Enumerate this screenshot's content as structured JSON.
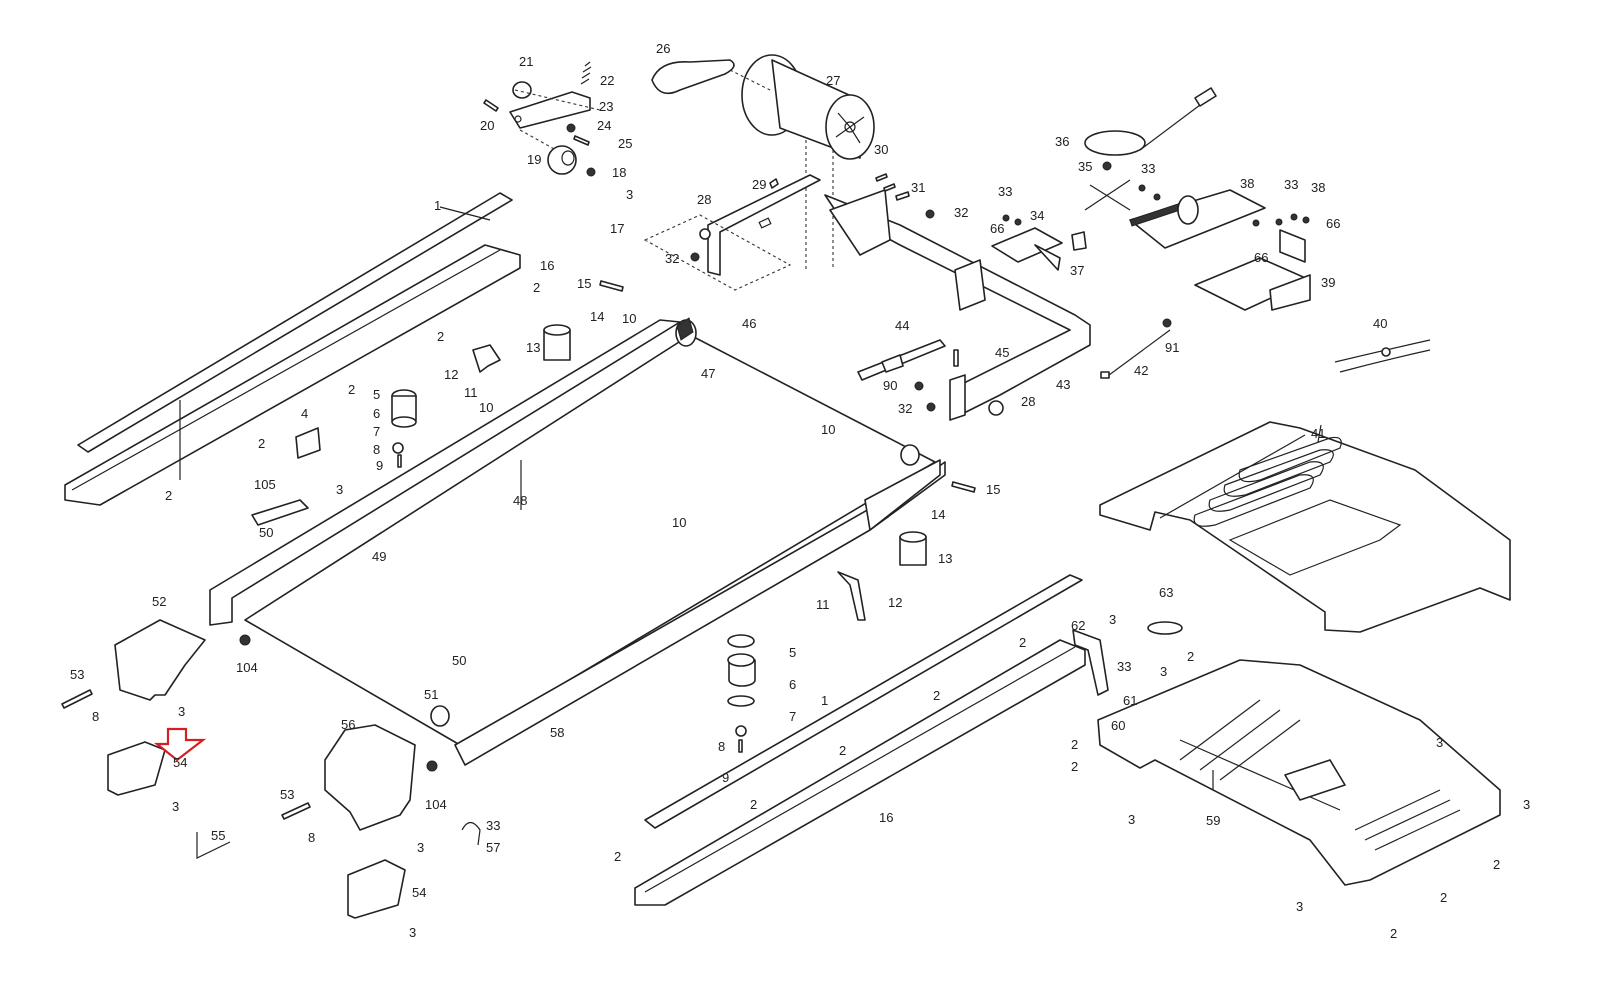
{
  "diagram": {
    "title": "Treadmill exploded parts diagram",
    "highlight_color": "#d42020",
    "highlighted_part": "54",
    "callouts": [
      {
        "id": "c21",
        "label": "21"
      },
      {
        "id": "c22",
        "label": "22"
      },
      {
        "id": "c23",
        "label": "23"
      },
      {
        "id": "c20",
        "label": "20"
      },
      {
        "id": "c24",
        "label": "24"
      },
      {
        "id": "c25",
        "label": "25"
      },
      {
        "id": "c19",
        "label": "19"
      },
      {
        "id": "c18",
        "label": "18"
      },
      {
        "id": "c3a",
        "label": "3"
      },
      {
        "id": "c17",
        "label": "17"
      },
      {
        "id": "c1a",
        "label": "1"
      },
      {
        "id": "c16a",
        "label": "16"
      },
      {
        "id": "c2a",
        "label": "2"
      },
      {
        "id": "c15a",
        "label": "15"
      },
      {
        "id": "c14a",
        "label": "14"
      },
      {
        "id": "c10a",
        "label": "10"
      },
      {
        "id": "c46",
        "label": "46"
      },
      {
        "id": "c47",
        "label": "47"
      },
      {
        "id": "c13a",
        "label": "13"
      },
      {
        "id": "c2b",
        "label": "2"
      },
      {
        "id": "c12a",
        "label": "12"
      },
      {
        "id": "c11a",
        "label": "11"
      },
      {
        "id": "c2c",
        "label": "2"
      },
      {
        "id": "c5a",
        "label": "5"
      },
      {
        "id": "c6a",
        "label": "6"
      },
      {
        "id": "c7a",
        "label": "7"
      },
      {
        "id": "c10b",
        "label": "10"
      },
      {
        "id": "c4",
        "label": "4"
      },
      {
        "id": "c2d",
        "label": "2"
      },
      {
        "id": "c8a",
        "label": "8"
      },
      {
        "id": "c9a",
        "label": "9"
      },
      {
        "id": "c3b",
        "label": "3"
      },
      {
        "id": "c2e",
        "label": "2"
      },
      {
        "id": "c105",
        "label": "105"
      },
      {
        "id": "c50a",
        "label": "50"
      },
      {
        "id": "c49",
        "label": "49"
      },
      {
        "id": "c48",
        "label": "48"
      },
      {
        "id": "c26",
        "label": "26"
      },
      {
        "id": "c27",
        "label": "27"
      },
      {
        "id": "c30",
        "label": "30"
      },
      {
        "id": "c29",
        "label": "29"
      },
      {
        "id": "c31",
        "label": "31"
      },
      {
        "id": "c28a",
        "label": "28"
      },
      {
        "id": "c32a",
        "label": "32"
      },
      {
        "id": "c32b",
        "label": "32"
      },
      {
        "id": "c44",
        "label": "44"
      },
      {
        "id": "c45",
        "label": "45"
      },
      {
        "id": "c90",
        "label": "90"
      },
      {
        "id": "c32c",
        "label": "32"
      },
      {
        "id": "c28b",
        "label": "28"
      },
      {
        "id": "c43",
        "label": "43"
      },
      {
        "id": "c10c",
        "label": "10"
      },
      {
        "id": "c15b",
        "label": "15"
      },
      {
        "id": "c14b",
        "label": "14"
      },
      {
        "id": "c13b",
        "label": "13"
      },
      {
        "id": "c10d",
        "label": "10"
      },
      {
        "id": "c11b",
        "label": "11"
      },
      {
        "id": "c12b",
        "label": "12"
      },
      {
        "id": "c36",
        "label": "36"
      },
      {
        "id": "c35",
        "label": "35"
      },
      {
        "id": "c33a",
        "label": "33"
      },
      {
        "id": "c33b",
        "label": "33"
      },
      {
        "id": "c66a",
        "label": "66"
      },
      {
        "id": "c34",
        "label": "34"
      },
      {
        "id": "c37",
        "label": "37"
      },
      {
        "id": "c38a",
        "label": "38"
      },
      {
        "id": "c33c",
        "label": "33"
      },
      {
        "id": "c38b",
        "label": "38"
      },
      {
        "id": "c66b",
        "label": "66"
      },
      {
        "id": "c66c",
        "label": "66"
      },
      {
        "id": "c39",
        "label": "39"
      },
      {
        "id": "c91",
        "label": "91"
      },
      {
        "id": "c42",
        "label": "42"
      },
      {
        "id": "c40",
        "label": "40"
      },
      {
        "id": "c41",
        "label": "41"
      },
      {
        "id": "c52",
        "label": "52"
      },
      {
        "id": "c104a",
        "label": "104"
      },
      {
        "id": "c53a",
        "label": "53"
      },
      {
        "id": "c8b",
        "label": "8"
      },
      {
        "id": "c3c",
        "label": "3"
      },
      {
        "id": "c54a",
        "label": "54"
      },
      {
        "id": "c3d",
        "label": "3"
      },
      {
        "id": "c55",
        "label": "55"
      },
      {
        "id": "c56",
        "label": "56"
      },
      {
        "id": "c51",
        "label": "51"
      },
      {
        "id": "c50b",
        "label": "50"
      },
      {
        "id": "c104b",
        "label": "104"
      },
      {
        "id": "c53b",
        "label": "53"
      },
      {
        "id": "c8c",
        "label": "8"
      },
      {
        "id": "c3e",
        "label": "3"
      },
      {
        "id": "c33d",
        "label": "33"
      },
      {
        "id": "c57",
        "label": "57"
      },
      {
        "id": "c54b",
        "label": "54"
      },
      {
        "id": "c3f",
        "label": "3"
      },
      {
        "id": "c58",
        "label": "58"
      },
      {
        "id": "c5b",
        "label": "5"
      },
      {
        "id": "c6b",
        "label": "6"
      },
      {
        "id": "c7b",
        "label": "7"
      },
      {
        "id": "c8d",
        "label": "8"
      },
      {
        "id": "c9b",
        "label": "9"
      },
      {
        "id": "c1b",
        "label": "1"
      },
      {
        "id": "c2f",
        "label": "2"
      },
      {
        "id": "c2g",
        "label": "2"
      },
      {
        "id": "c2h",
        "label": "2"
      },
      {
        "id": "c2i",
        "label": "2"
      },
      {
        "id": "c2j",
        "label": "2"
      },
      {
        "id": "c16b",
        "label": "16"
      },
      {
        "id": "c63",
        "label": "63"
      },
      {
        "id": "c62",
        "label": "62"
      },
      {
        "id": "c3g",
        "label": "3"
      },
      {
        "id": "c33e",
        "label": "33"
      },
      {
        "id": "c61",
        "label": "61"
      },
      {
        "id": "c3h",
        "label": "3"
      },
      {
        "id": "c2k",
        "label": "2"
      },
      {
        "id": "c60",
        "label": "60"
      },
      {
        "id": "c2l",
        "label": "2"
      },
      {
        "id": "c3i",
        "label": "3"
      },
      {
        "id": "c59",
        "label": "59"
      },
      {
        "id": "c3j",
        "label": "3"
      },
      {
        "id": "c3k",
        "label": "3"
      },
      {
        "id": "c2m",
        "label": "2"
      },
      {
        "id": "c2n",
        "label": "2"
      },
      {
        "id": "c3l",
        "label": "3"
      },
      {
        "id": "c2o",
        "label": "2"
      },
      {
        "id": "c2p",
        "label": "2"
      }
    ]
  }
}
